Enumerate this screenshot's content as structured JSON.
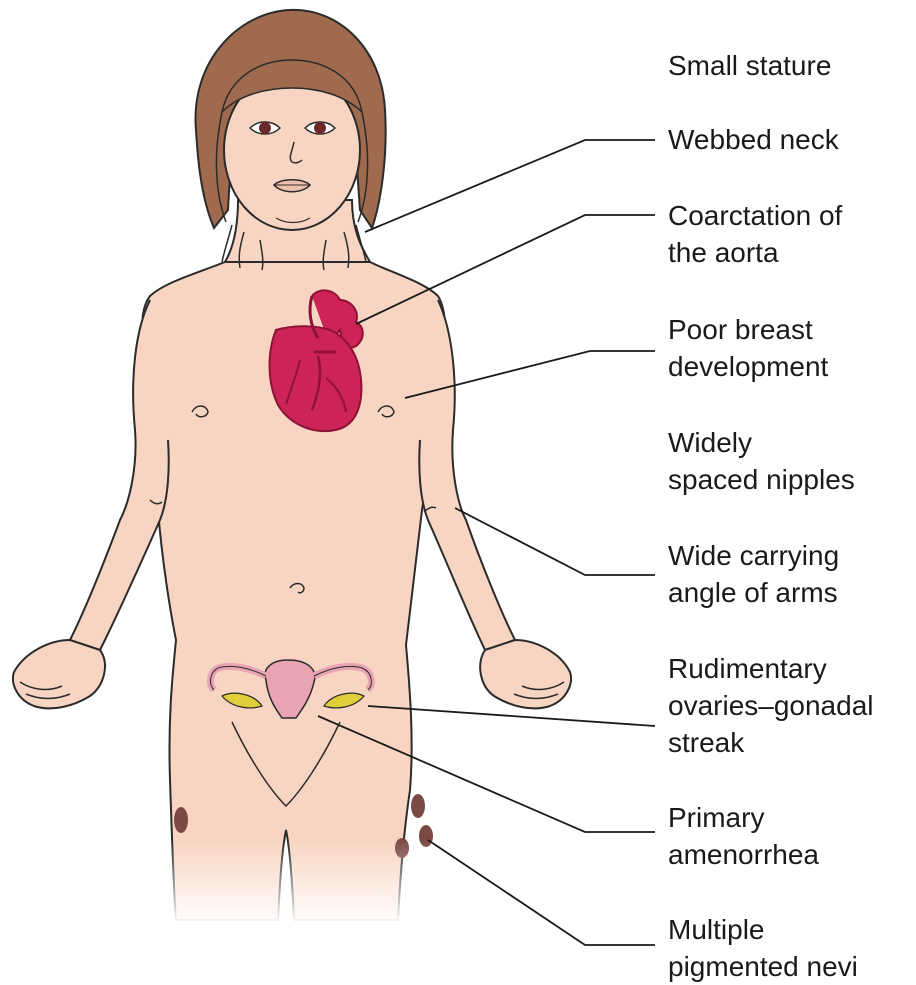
{
  "labels": {
    "small_stature": [
      "Small stature"
    ],
    "webbed_neck": [
      "Webbed neck"
    ],
    "coarctation": [
      "Coarctation of",
      "the aorta"
    ],
    "poor_breast": [
      "Poor breast",
      "development"
    ],
    "nipples": [
      "Widely",
      "spaced nipples"
    ],
    "carrying_angle": [
      "Wide carrying",
      "angle of arms"
    ],
    "ovaries": [
      "Rudimentary",
      "ovaries–gonadal",
      "streak"
    ],
    "amenorrhea": [
      "Primary",
      "amenorrhea"
    ],
    "nevi": [
      "Multiple",
      "pigmented nevi"
    ]
  },
  "colors": {
    "skin": "#f8d5c2",
    "skin_shadow": "#f1c3ad",
    "outline": "#2b2b2b",
    "hair": "#a06a4f",
    "hair_dark": "#7a4a35",
    "heart": "#cc2456",
    "heart_dark": "#8e1236",
    "uterus": "#e9a4b4",
    "ovary": "#e0cf3a",
    "nevus": "#7b4a45",
    "iris": "#6b2a2a",
    "leader": "#1a1a1a"
  }
}
